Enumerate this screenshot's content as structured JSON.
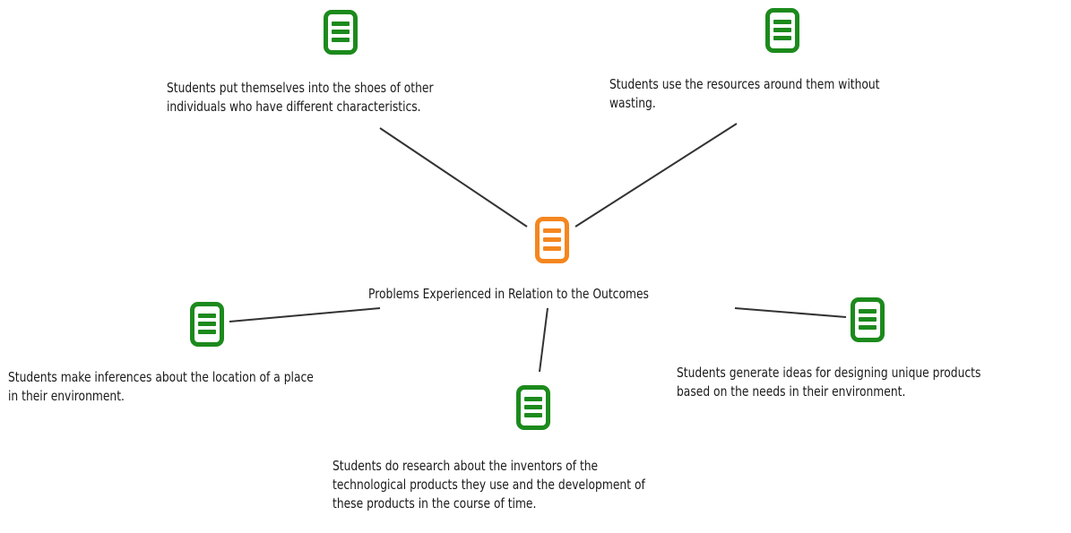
{
  "diagram": {
    "center": {
      "label": "Problems Experienced in Relation to the Outcomes",
      "color": "#f5861f",
      "icon": "note-icon"
    },
    "outcomes": [
      {
        "lines": [
          "Students put themselves into the shoes of other",
          "individuals who have different characteristics."
        ],
        "icon": "note-icon",
        "color": "#1c8a1c"
      },
      {
        "lines": [
          "Students use the resources around them without",
          "wasting."
        ],
        "icon": "note-icon",
        "color": "#1c8a1c"
      },
      {
        "lines": [
          "Students make inferences about the location of a place",
          "in their environment."
        ],
        "icon": "note-icon",
        "color": "#1c8a1c"
      },
      {
        "lines": [
          "Students do research about the inventors of the",
          "technological products they use and the development of",
          "these products in the course of time."
        ],
        "icon": "note-icon",
        "color": "#1c8a1c"
      },
      {
        "lines": [
          "Students generate ideas for designing unique products",
          "based on the needs in their environment."
        ],
        "icon": "note-icon",
        "color": "#1c8a1c"
      }
    ],
    "edge_color": "#333333"
  }
}
